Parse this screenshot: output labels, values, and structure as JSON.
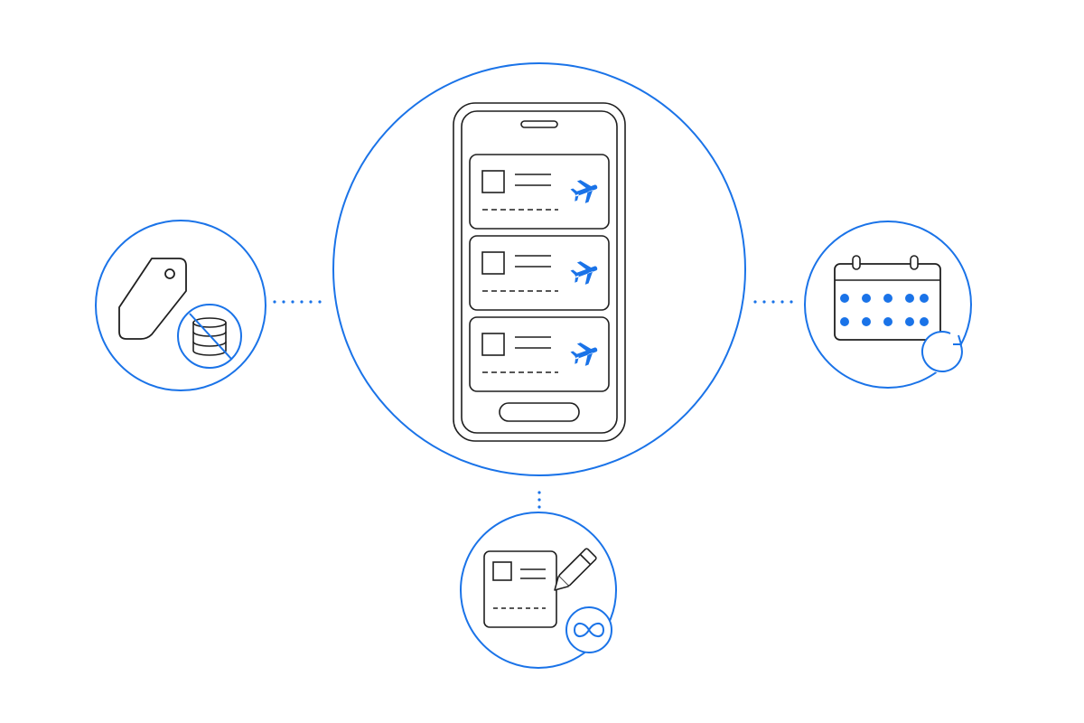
{
  "colors": {
    "accent": "#1a73e8",
    "ink": "#1f1f1f",
    "background": "#ffffff"
  },
  "hub": {
    "icon": "smartphone-icon",
    "cards": [
      {
        "icon": "airplane-icon"
      },
      {
        "icon": "airplane-icon"
      },
      {
        "icon": "airplane-icon"
      }
    ]
  },
  "nodes": [
    {
      "id": "left",
      "icons": [
        "price-tag-icon",
        "no-coins-icon"
      ]
    },
    {
      "id": "right",
      "icons": [
        "calendar-icon",
        "recurring-icon"
      ]
    },
    {
      "id": "bottom",
      "icons": [
        "editable-card-icon",
        "pencil-icon",
        "infinity-icon"
      ]
    }
  ]
}
